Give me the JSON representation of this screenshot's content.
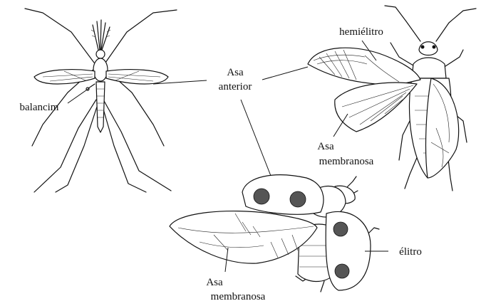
{
  "labels": {
    "asa_anterior_line1": "Asa",
    "asa_anterior_line2": "anterior",
    "balancim": "balancim",
    "hemielitro": "hemiélitro",
    "asa_membranosa_bug_line1": "Asa",
    "asa_membranosa_bug_line2": "membranosa",
    "asa_membranosa_beetle_line1": "Asa",
    "asa_membranosa_beetle_line2": "membranosa",
    "elitro": "élitro"
  },
  "insects": [
    "mosquito-icon",
    "true-bug-icon",
    "beetle-icon"
  ],
  "colors": {
    "ink": "#111111",
    "background": "#ffffff"
  }
}
